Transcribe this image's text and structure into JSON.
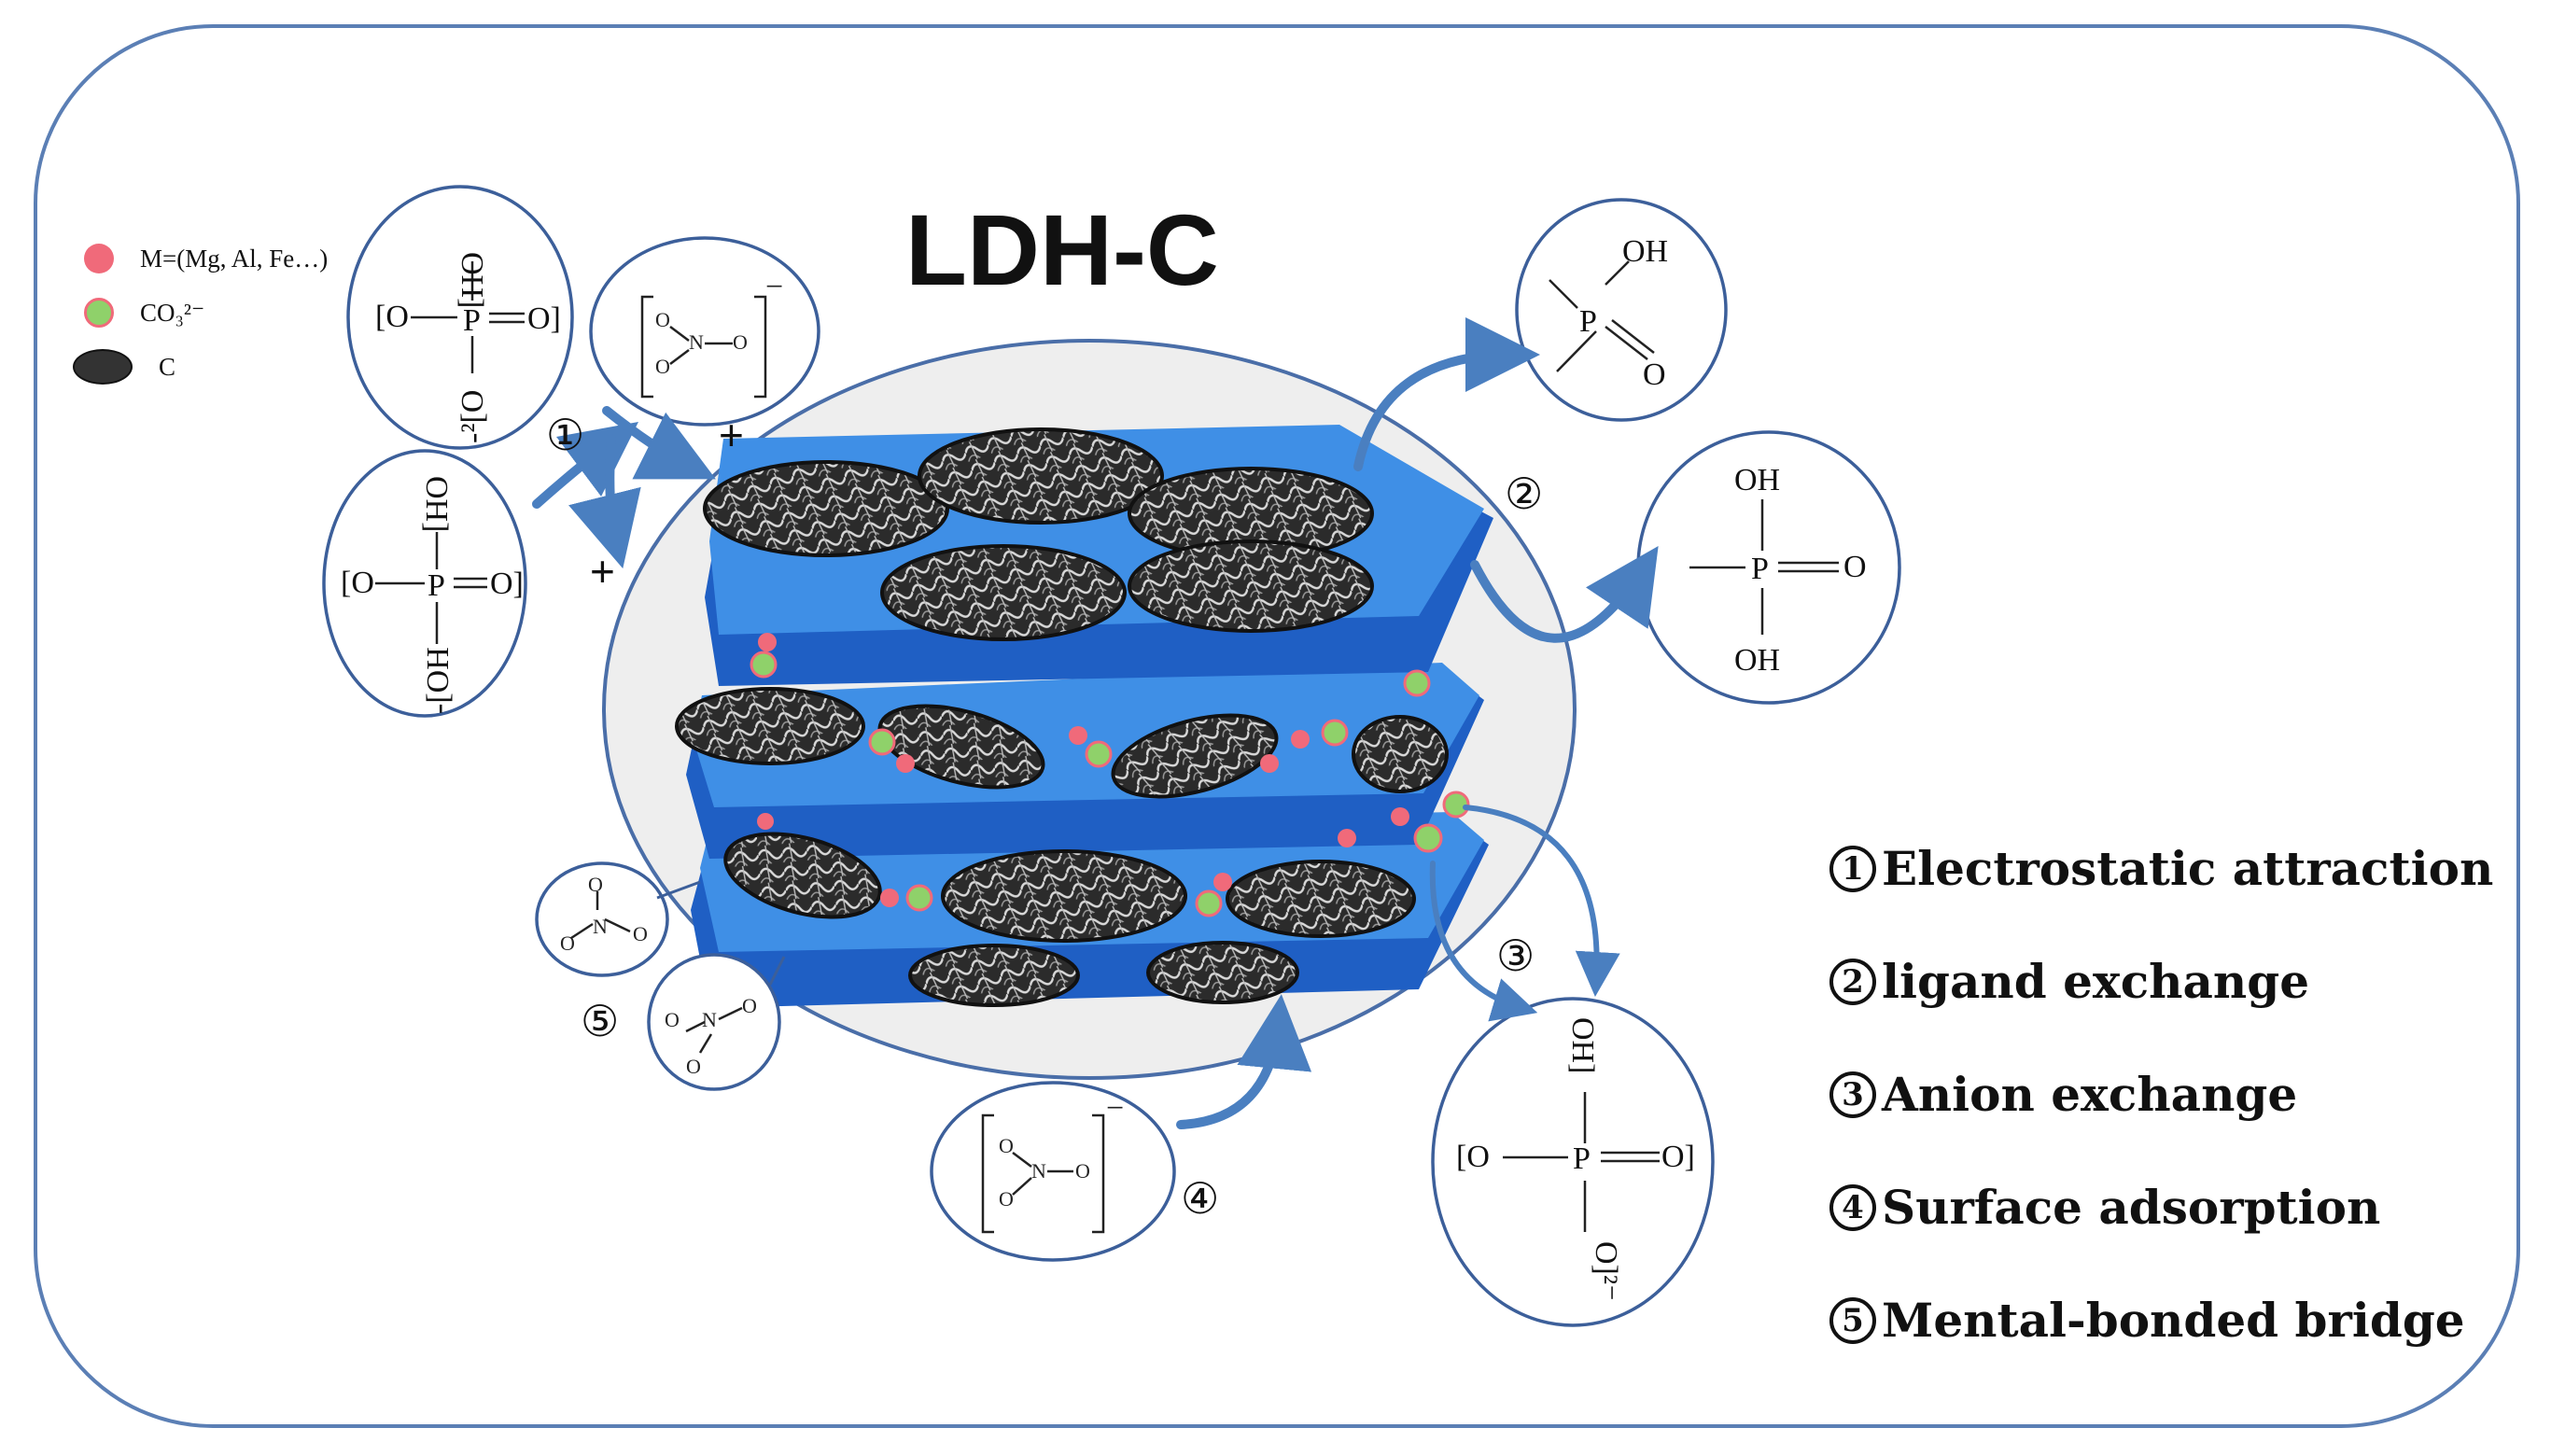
{
  "title": "LDH-C",
  "legend": [
    {
      "label": "M=(Mg,  Al, Fe…)",
      "color": "#f06a7a",
      "icon": "red-dot"
    },
    {
      "label": "CO₃²⁻",
      "color": "#8fd16a",
      "icon": "green-dot"
    },
    {
      "label": "C",
      "color": "#333333",
      "icon": "carbon-particle"
    }
  ],
  "mechanisms": [
    {
      "num": "1",
      "label": "Electrostatic attraction"
    },
    {
      "num": "2",
      "label": "ligand exchange"
    },
    {
      "num": "3",
      "label": "Anion exchange"
    },
    {
      "num": "4",
      "label": "Surface adsorption"
    },
    {
      "num": "5",
      "label": "Mental-bonded bridge"
    }
  ],
  "circle_marks": [
    "①",
    "②",
    "③",
    "④",
    "⑤"
  ],
  "molecules": {
    "h2po4_left": {
      "oh_top": "OH]",
      "o_left": "[O",
      "p": "P",
      "o_right": "O]",
      "o_bottom": "-[OH"
    },
    "hpo4_top": {
      "oh_top": "OH]",
      "o_left": "[O",
      "p": "P",
      "o_right": "O]",
      "o_bottom": "-²[O"
    },
    "phosphonate": {
      "oh": "OH",
      "p": "P",
      "o": "O"
    },
    "h3po4": {
      "oh_top": "OH",
      "p": "P",
      "o": "O",
      "oh_bottom": "OH"
    },
    "hpo4_right": {
      "oh_top": "OH]",
      "o_left": "[O",
      "p": "P",
      "o_right": "O]",
      "o_bottom": "O]²⁻"
    },
    "nitrate": {
      "o": "O",
      "n": "N",
      "charge": "−"
    },
    "plus": "+"
  },
  "colors": {
    "frame": "#5b7fb5",
    "layer_top": "#3f8fe6",
    "layer_side": "#1f5fc4",
    "halo": "#eeeeee",
    "arrow": "#4a7fc0"
  }
}
